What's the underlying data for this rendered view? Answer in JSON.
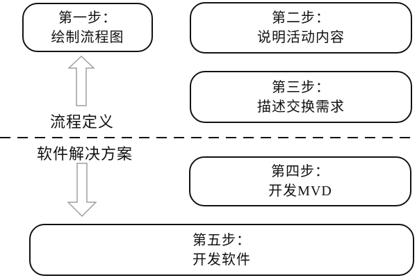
{
  "figure": {
    "boxes": [
      {
        "line1": "第一步：",
        "line2": "绘制流程图"
      },
      {
        "line1": "第二步：",
        "line2": "说明活动内容"
      },
      {
        "line1": "第三步：",
        "line2": "描述交换需求"
      },
      {
        "line1": "第四步：",
        "line2": "开发MVD"
      },
      {
        "line1": "第五步：",
        "line2": "开发软件"
      }
    ],
    "section_labels": {
      "top": "流程定义",
      "bottom": "软件解决方案"
    },
    "icons": {
      "up_arrow": "hollow-arrow-up",
      "down_arrow": "hollow-arrow-down"
    }
  },
  "colors": {
    "background": "#ffffff",
    "box_border": "#111111",
    "text": "#111111",
    "divider": "#111111",
    "arrow_outline": "#9e9e9e"
  }
}
